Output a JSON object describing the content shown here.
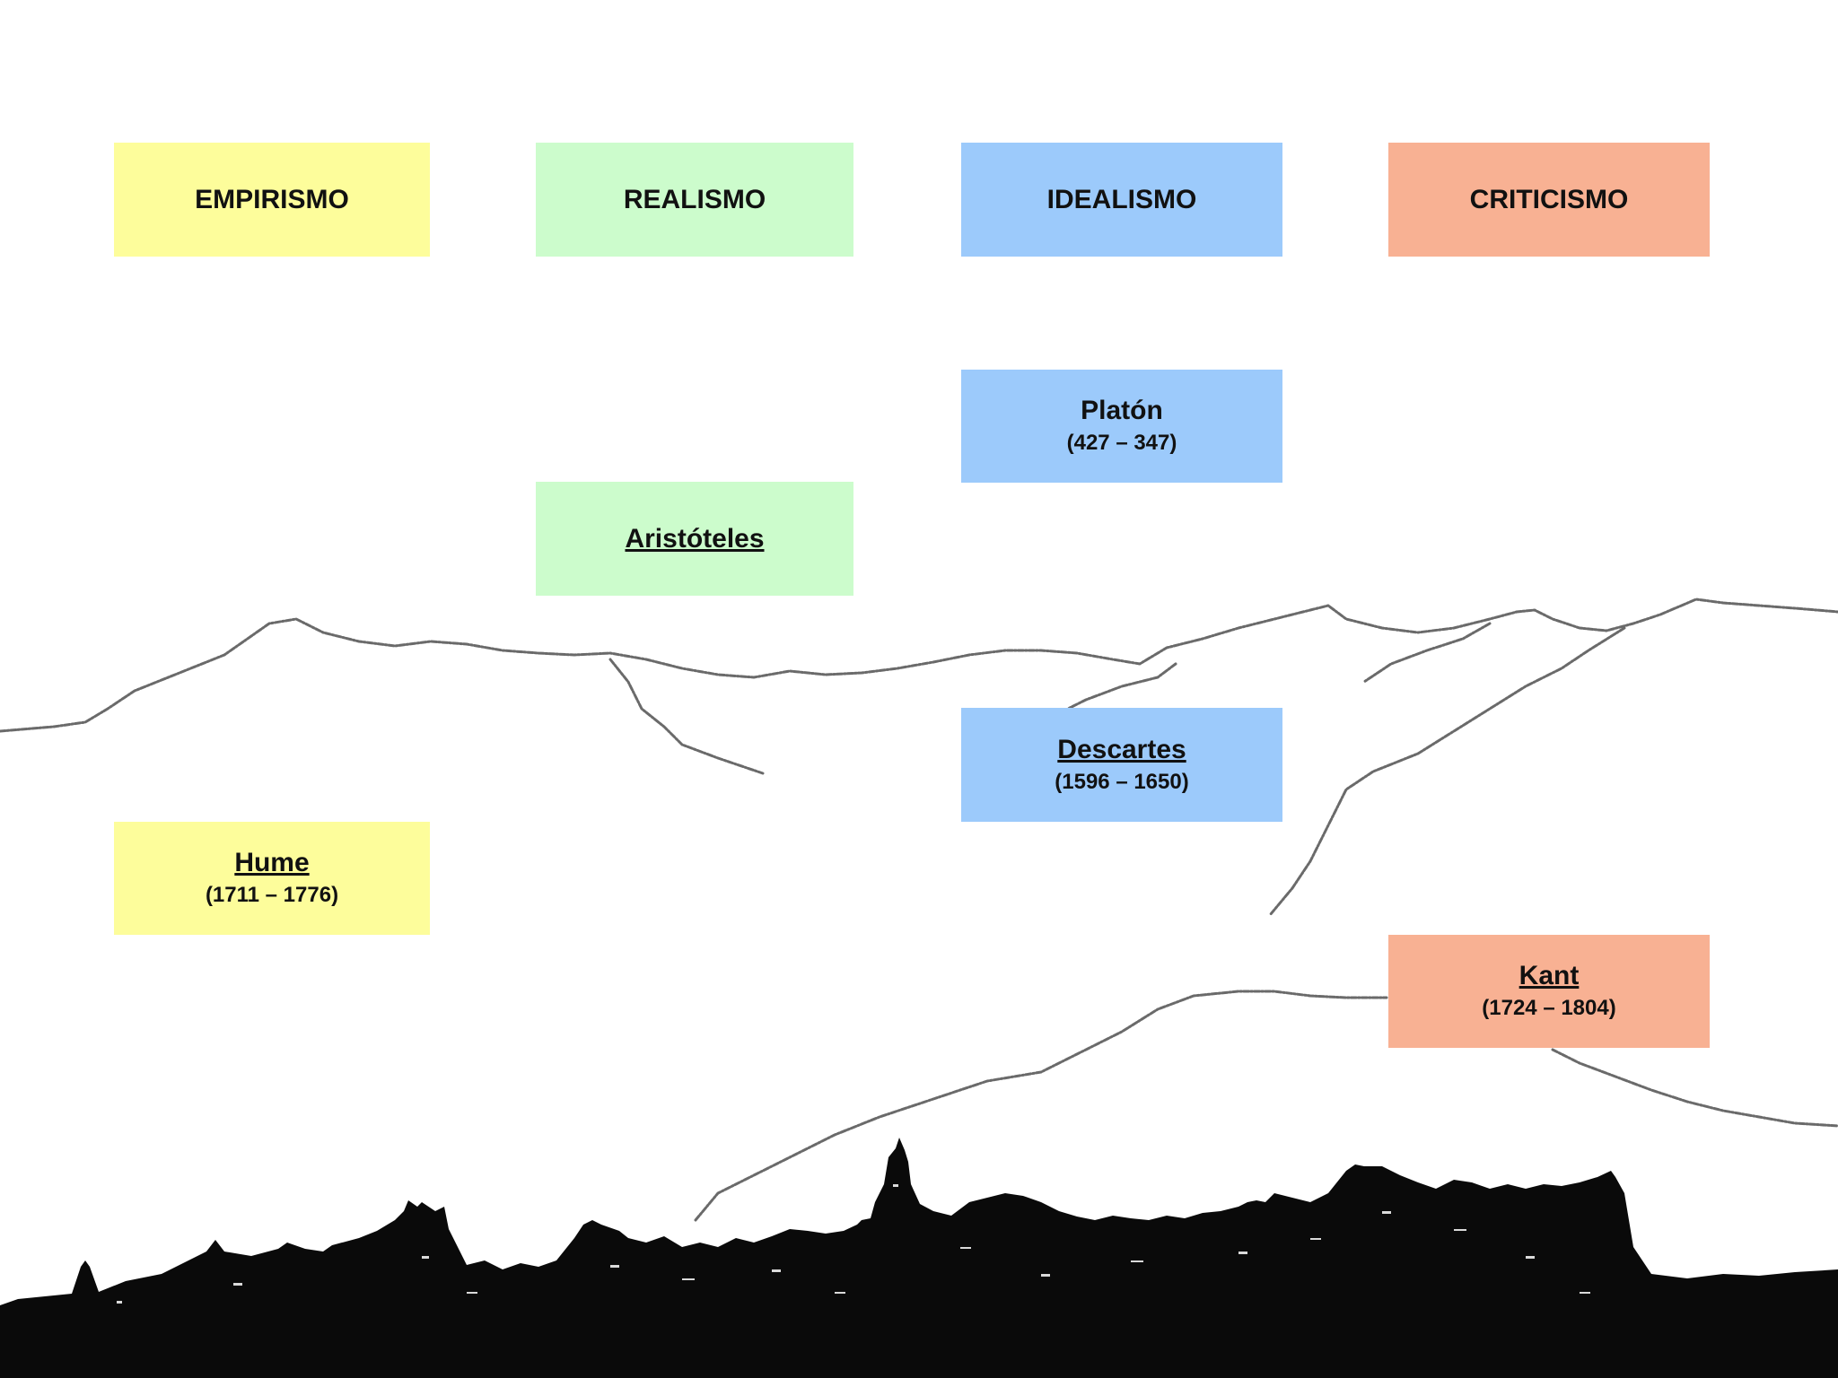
{
  "colors": {
    "empirismo": "#fdfd9b",
    "realismo": "#ccfccc",
    "idealismo": "#9ccafb",
    "criticismo": "#f8b193"
  },
  "headers": {
    "empirismo": "EMPIRISMO",
    "realismo": "REALISMO",
    "idealismo": "IDEALISMO",
    "criticismo": "CRITICISMO"
  },
  "philosophers": {
    "platon": {
      "name": "Platón",
      "dates": "(427 – 347)"
    },
    "aristoteles": {
      "name": "Aristóteles"
    },
    "descartes": {
      "name": "Descartes",
      "dates": "(1596 – 1650)"
    },
    "hume": {
      "name": "Hume",
      "dates": "(1711 – 1776)"
    },
    "kant": {
      "name": "Kant",
      "dates": "(1724 – 1804)"
    }
  },
  "decorations": [
    "mountain-line-illustration",
    "city-skyline-silhouette"
  ]
}
